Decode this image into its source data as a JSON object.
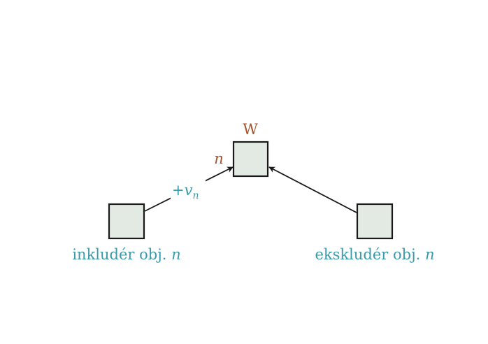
{
  "colors": {
    "teal": "#3a9aaa",
    "rust": "#a8532a",
    "node_fill": "#e3eae3",
    "stroke": "#1a1a1a"
  },
  "nodes": {
    "center": {
      "top_label": "W",
      "side_label": "n"
    },
    "left": {
      "label_text": "inkludér obj.",
      "label_var": "n"
    },
    "right": {
      "label_text": "ekskludér obj.",
      "label_var": "n"
    }
  },
  "edges": {
    "left_to_center": {
      "label_prefix": "+v",
      "label_sub": "n"
    }
  }
}
